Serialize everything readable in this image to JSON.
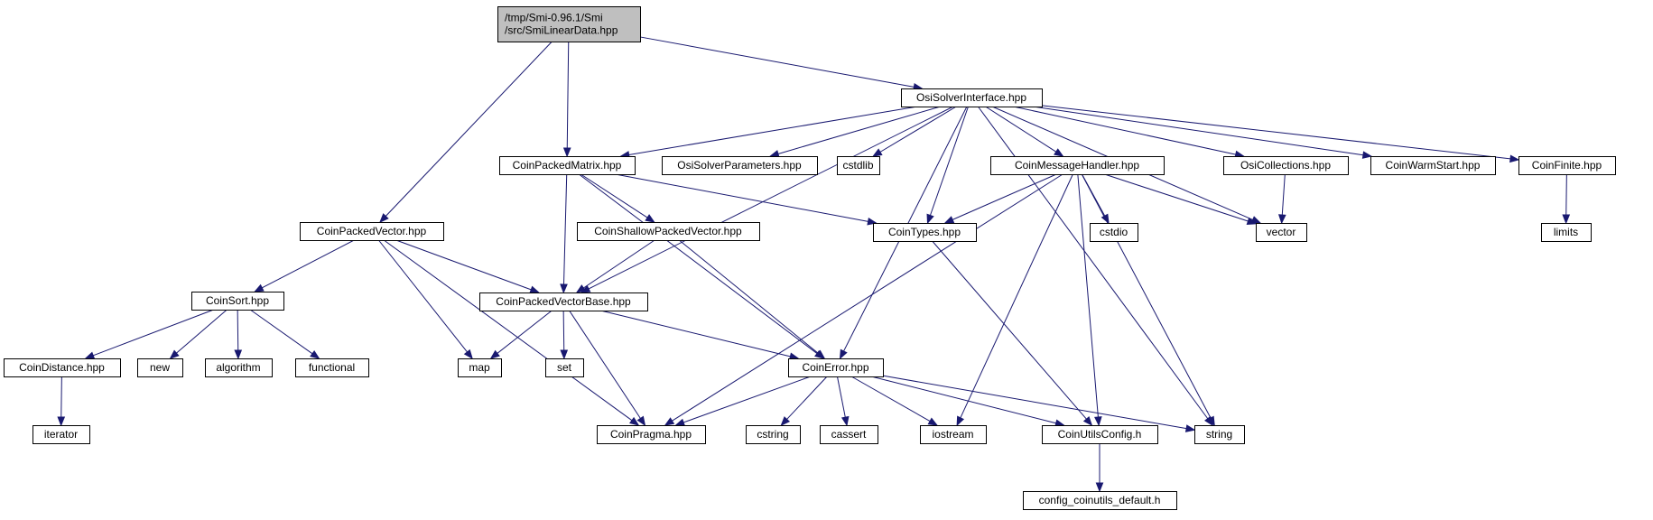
{
  "diagram": {
    "type": "include-dependency-graph",
    "colors": {
      "edge": "#191970",
      "root_fill": "#bfbfbf",
      "node_fill": "#ffffff",
      "node_border": "#000000",
      "external_border": "#bfbfbf"
    },
    "nodes": [
      {
        "id": "root",
        "lines": [
          "/tmp/Smi-0.96.1/Smi",
          "/src/SmiLinearData.hpp"
        ],
        "kind": "root"
      },
      {
        "id": "osi",
        "lines": [
          "OsiSolverInterface.hpp"
        ],
        "kind": "file"
      },
      {
        "id": "cpm",
        "lines": [
          "CoinPackedMatrix.hpp"
        ],
        "kind": "file"
      },
      {
        "id": "osp",
        "lines": [
          "OsiSolverParameters.hpp"
        ],
        "kind": "file"
      },
      {
        "id": "cstdlib",
        "lines": [
          "cstdlib"
        ],
        "kind": "external"
      },
      {
        "id": "cmh",
        "lines": [
          "CoinMessageHandler.hpp"
        ],
        "kind": "file"
      },
      {
        "id": "osc",
        "lines": [
          "OsiCollections.hpp"
        ],
        "kind": "file"
      },
      {
        "id": "cws",
        "lines": [
          "CoinWarmStart.hpp"
        ],
        "kind": "file"
      },
      {
        "id": "cfin",
        "lines": [
          "CoinFinite.hpp"
        ],
        "kind": "file"
      },
      {
        "id": "cpv",
        "lines": [
          "CoinPackedVector.hpp"
        ],
        "kind": "file"
      },
      {
        "id": "cspv",
        "lines": [
          "CoinShallowPackedVector.hpp"
        ],
        "kind": "file"
      },
      {
        "id": "ctypes",
        "lines": [
          "CoinTypes.hpp"
        ],
        "kind": "file"
      },
      {
        "id": "cstdio",
        "lines": [
          "cstdio"
        ],
        "kind": "external"
      },
      {
        "id": "vector",
        "lines": [
          "vector"
        ],
        "kind": "external"
      },
      {
        "id": "limits",
        "lines": [
          "limits"
        ],
        "kind": "external"
      },
      {
        "id": "csort",
        "lines": [
          "CoinSort.hpp"
        ],
        "kind": "file"
      },
      {
        "id": "cpvb",
        "lines": [
          "CoinPackedVectorBase.hpp"
        ],
        "kind": "file"
      },
      {
        "id": "cdist",
        "lines": [
          "CoinDistance.hpp"
        ],
        "kind": "file"
      },
      {
        "id": "new",
        "lines": [
          "new"
        ],
        "kind": "external"
      },
      {
        "id": "algorithm",
        "lines": [
          "algorithm"
        ],
        "kind": "external"
      },
      {
        "id": "functional",
        "lines": [
          "functional"
        ],
        "kind": "external"
      },
      {
        "id": "map",
        "lines": [
          "map"
        ],
        "kind": "external"
      },
      {
        "id": "set",
        "lines": [
          "set"
        ],
        "kind": "external"
      },
      {
        "id": "cerr",
        "lines": [
          "CoinError.hpp"
        ],
        "kind": "file"
      },
      {
        "id": "iterator",
        "lines": [
          "iterator"
        ],
        "kind": "external"
      },
      {
        "id": "cprag",
        "lines": [
          "CoinPragma.hpp"
        ],
        "kind": "file"
      },
      {
        "id": "cstring",
        "lines": [
          "cstring"
        ],
        "kind": "external"
      },
      {
        "id": "cassert",
        "lines": [
          "cassert"
        ],
        "kind": "external"
      },
      {
        "id": "iostream",
        "lines": [
          "iostream"
        ],
        "kind": "external"
      },
      {
        "id": "cuc",
        "lines": [
          "CoinUtilsConfig.h"
        ],
        "kind": "file"
      },
      {
        "id": "string",
        "lines": [
          "string"
        ],
        "kind": "external"
      },
      {
        "id": "ccd",
        "lines": [
          "config_coinutils_default.h"
        ],
        "kind": "file"
      }
    ],
    "edges": [
      [
        "root",
        "osi"
      ],
      [
        "root",
        "cpm"
      ],
      [
        "root",
        "cpv"
      ],
      [
        "osi",
        "cpm"
      ],
      [
        "osi",
        "osp"
      ],
      [
        "osi",
        "cstdlib"
      ],
      [
        "osi",
        "cmh"
      ],
      [
        "osi",
        "osc"
      ],
      [
        "osi",
        "cws"
      ],
      [
        "osi",
        "cfin"
      ],
      [
        "osi",
        "ctypes"
      ],
      [
        "osi",
        "vector"
      ],
      [
        "osi",
        "cpvb"
      ],
      [
        "osi",
        "cerr"
      ],
      [
        "osi",
        "string"
      ],
      [
        "cpm",
        "cspv"
      ],
      [
        "cpm",
        "cpvb"
      ],
      [
        "cpm",
        "ctypes"
      ],
      [
        "cpm",
        "cerr"
      ],
      [
        "cmh",
        "ctypes"
      ],
      [
        "cmh",
        "cstdio"
      ],
      [
        "cmh",
        "vector"
      ],
      [
        "cmh",
        "cprag"
      ],
      [
        "cmh",
        "iostream"
      ],
      [
        "cmh",
        "cuc"
      ],
      [
        "cmh",
        "string"
      ],
      [
        "osc",
        "vector"
      ],
      [
        "cfin",
        "limits"
      ],
      [
        "cpv",
        "csort"
      ],
      [
        "cpv",
        "cpvb"
      ],
      [
        "cpv",
        "map"
      ],
      [
        "cpv",
        "cprag"
      ],
      [
        "cspv",
        "cpvb"
      ],
      [
        "cspv",
        "cerr"
      ],
      [
        "ctypes",
        "cuc"
      ],
      [
        "csort",
        "cdist"
      ],
      [
        "csort",
        "new"
      ],
      [
        "csort",
        "algorithm"
      ],
      [
        "csort",
        "functional"
      ],
      [
        "cpvb",
        "map"
      ],
      [
        "cpvb",
        "set"
      ],
      [
        "cpvb",
        "cerr"
      ],
      [
        "cpvb",
        "cprag"
      ],
      [
        "cdist",
        "iterator"
      ],
      [
        "cerr",
        "cprag"
      ],
      [
        "cerr",
        "cstring"
      ],
      [
        "cerr",
        "cassert"
      ],
      [
        "cerr",
        "iostream"
      ],
      [
        "cerr",
        "cuc"
      ],
      [
        "cerr",
        "string"
      ],
      [
        "cuc",
        "ccd"
      ]
    ]
  }
}
